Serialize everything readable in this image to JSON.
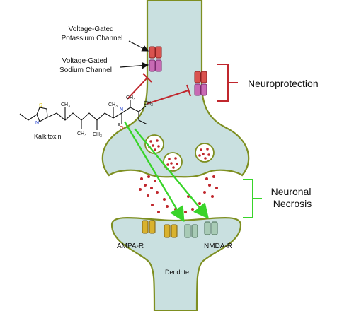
{
  "labels": {
    "potassium_channel": [
      "Voltage-Gated",
      "Potassium Channel"
    ],
    "sodium_channel": [
      "Voltage-Gated",
      "Sodium Channel"
    ],
    "compound": "Kalkitoxin",
    "neuroprotection": "Neuroprotection",
    "neuronal_necrosis": [
      "Neuronal",
      "Necrosis"
    ],
    "ampa_receptor": "AMPA-R",
    "nmda_receptor": "NMDA-R",
    "dendrite": "Dendrite"
  },
  "molecule_atoms": {
    "sulfur": "S",
    "nitrogen_ring": "N",
    "nitrogen_amide": "N",
    "oxygen": "O",
    "methyl": "CH",
    "methyl_sub": "3"
  },
  "colors": {
    "membrane_fill": "#c9e0e0",
    "membrane_stroke": "#7e8f21",
    "inhibition": "#c0272d",
    "activation": "#39d42a",
    "potassium_channel": "#d9534f",
    "sodium_channel": "#c86ab4",
    "neurotransmitter": "#c0272d",
    "ampa_receptor": "#d9b22e",
    "nmda_receptor": "#a8cbb6"
  }
}
